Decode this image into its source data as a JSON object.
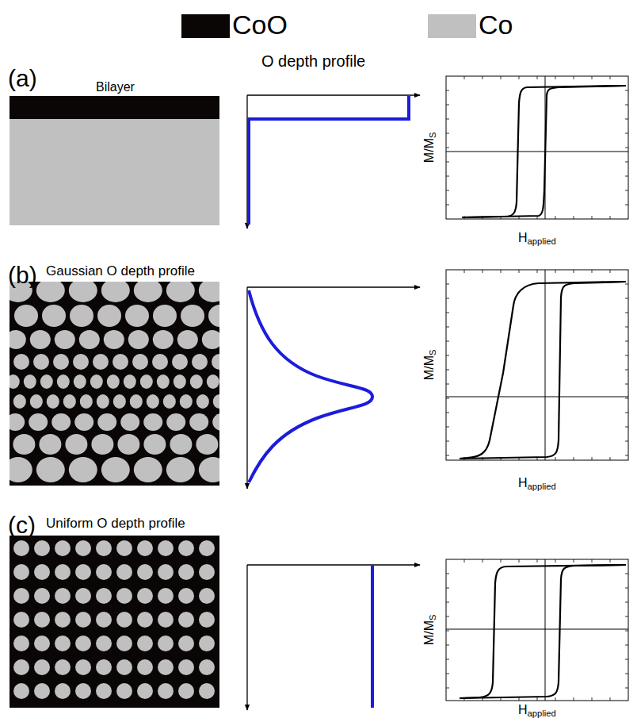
{
  "diagram": {
    "labels": [
      "(a)",
      "Bilayer",
      "O depth profile",
      "M/M",
      "S",
      "H",
      "applied",
      "(b)",
      "Gaussian O depth profile",
      "M/M",
      "S",
      "H",
      "applied",
      "(c)",
      "Uniform O depth profile",
      "M/M",
      "S",
      "H",
      "applied"
    ],
    "legend": [
      {
        "text": "CoO",
        "color": "#0a0606"
      },
      {
        "text": "Co",
        "color": "#c0c0c0"
      }
    ]
  }
}
